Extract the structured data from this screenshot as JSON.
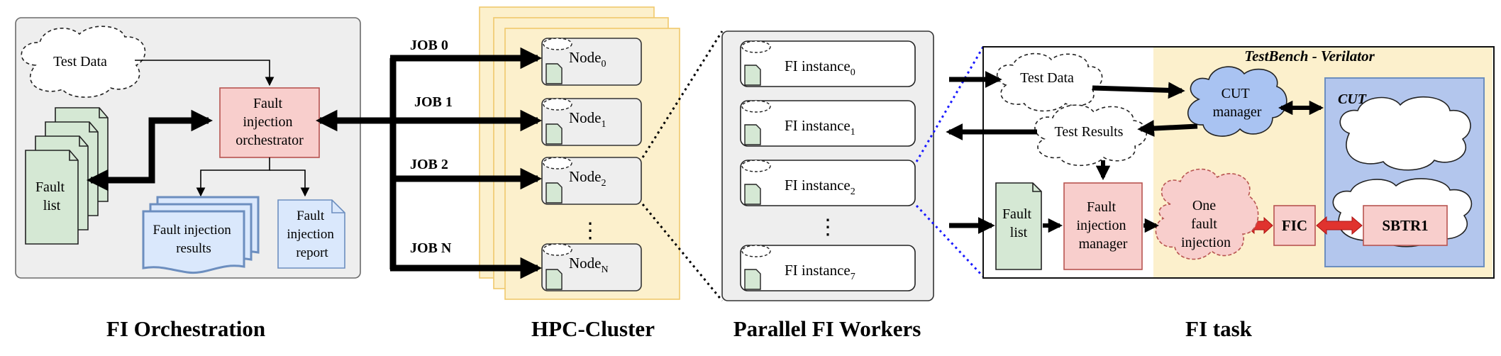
{
  "colors": {
    "orchestration_bg": "#eeeeee",
    "hpc_bg": "#fcf0cc",
    "hpc_border": "#f0c96c",
    "node_bg": "#eeeeee",
    "fault_list_green": "#d5e8d4",
    "green_border": "#82b366",
    "pink": "#f8cecc",
    "pink_border": "#b85450",
    "blue_bg": "#dae8fc",
    "blue_border": "#6c8ebf",
    "cut_blue": "#b3c6ed",
    "cloud_blue": "#a9c3f2",
    "red_arrow": "#e0332e",
    "dotted_blue": "#1a1aff"
  },
  "orchestration": {
    "test_data": "Test Data",
    "orchestrator": [
      "Fault",
      "injection",
      "orchestrator"
    ],
    "fault_list": [
      "Fault",
      "list"
    ],
    "results": [
      "Fault injection",
      "results"
    ],
    "report": [
      "Fault",
      "injection",
      "report"
    ]
  },
  "jobs": [
    "JOB 0",
    "JOB 1",
    "JOB 2",
    "JOB N"
  ],
  "nodes": [
    {
      "base": "Node",
      "sub": "0"
    },
    {
      "base": "Node",
      "sub": "1"
    },
    {
      "base": "Node",
      "sub": "2"
    },
    {
      "base": "Node",
      "sub": "N"
    }
  ],
  "node_ellipsis": "⋮",
  "workers": [
    {
      "base": "FI instance",
      "sub": "0"
    },
    {
      "base": "FI instance",
      "sub": "1"
    },
    {
      "base": "FI instance",
      "sub": "2"
    },
    {
      "base": "FI instance",
      "sub": "7"
    }
  ],
  "worker_ellipsis": "⋮",
  "fi_task": {
    "testbench_title": "TestBench - Verilator",
    "test_data": "Test Data",
    "test_results": "Test Results",
    "cut_manager": [
      "CUT",
      "manager"
    ],
    "cut_title": "CUT",
    "fault_list": [
      "Fault",
      "list"
    ],
    "fault_injection_manager": [
      "Fault",
      "injection",
      "manager"
    ],
    "one_fault_injection": [
      "One",
      "fault",
      "injection"
    ],
    "fic": "FIC",
    "sbtr": "SBTR1"
  },
  "captions": {
    "orchestration": "FI Orchestration",
    "hpc": "HPC-Cluster",
    "workers": "Parallel FI Workers",
    "task": "FI task"
  }
}
